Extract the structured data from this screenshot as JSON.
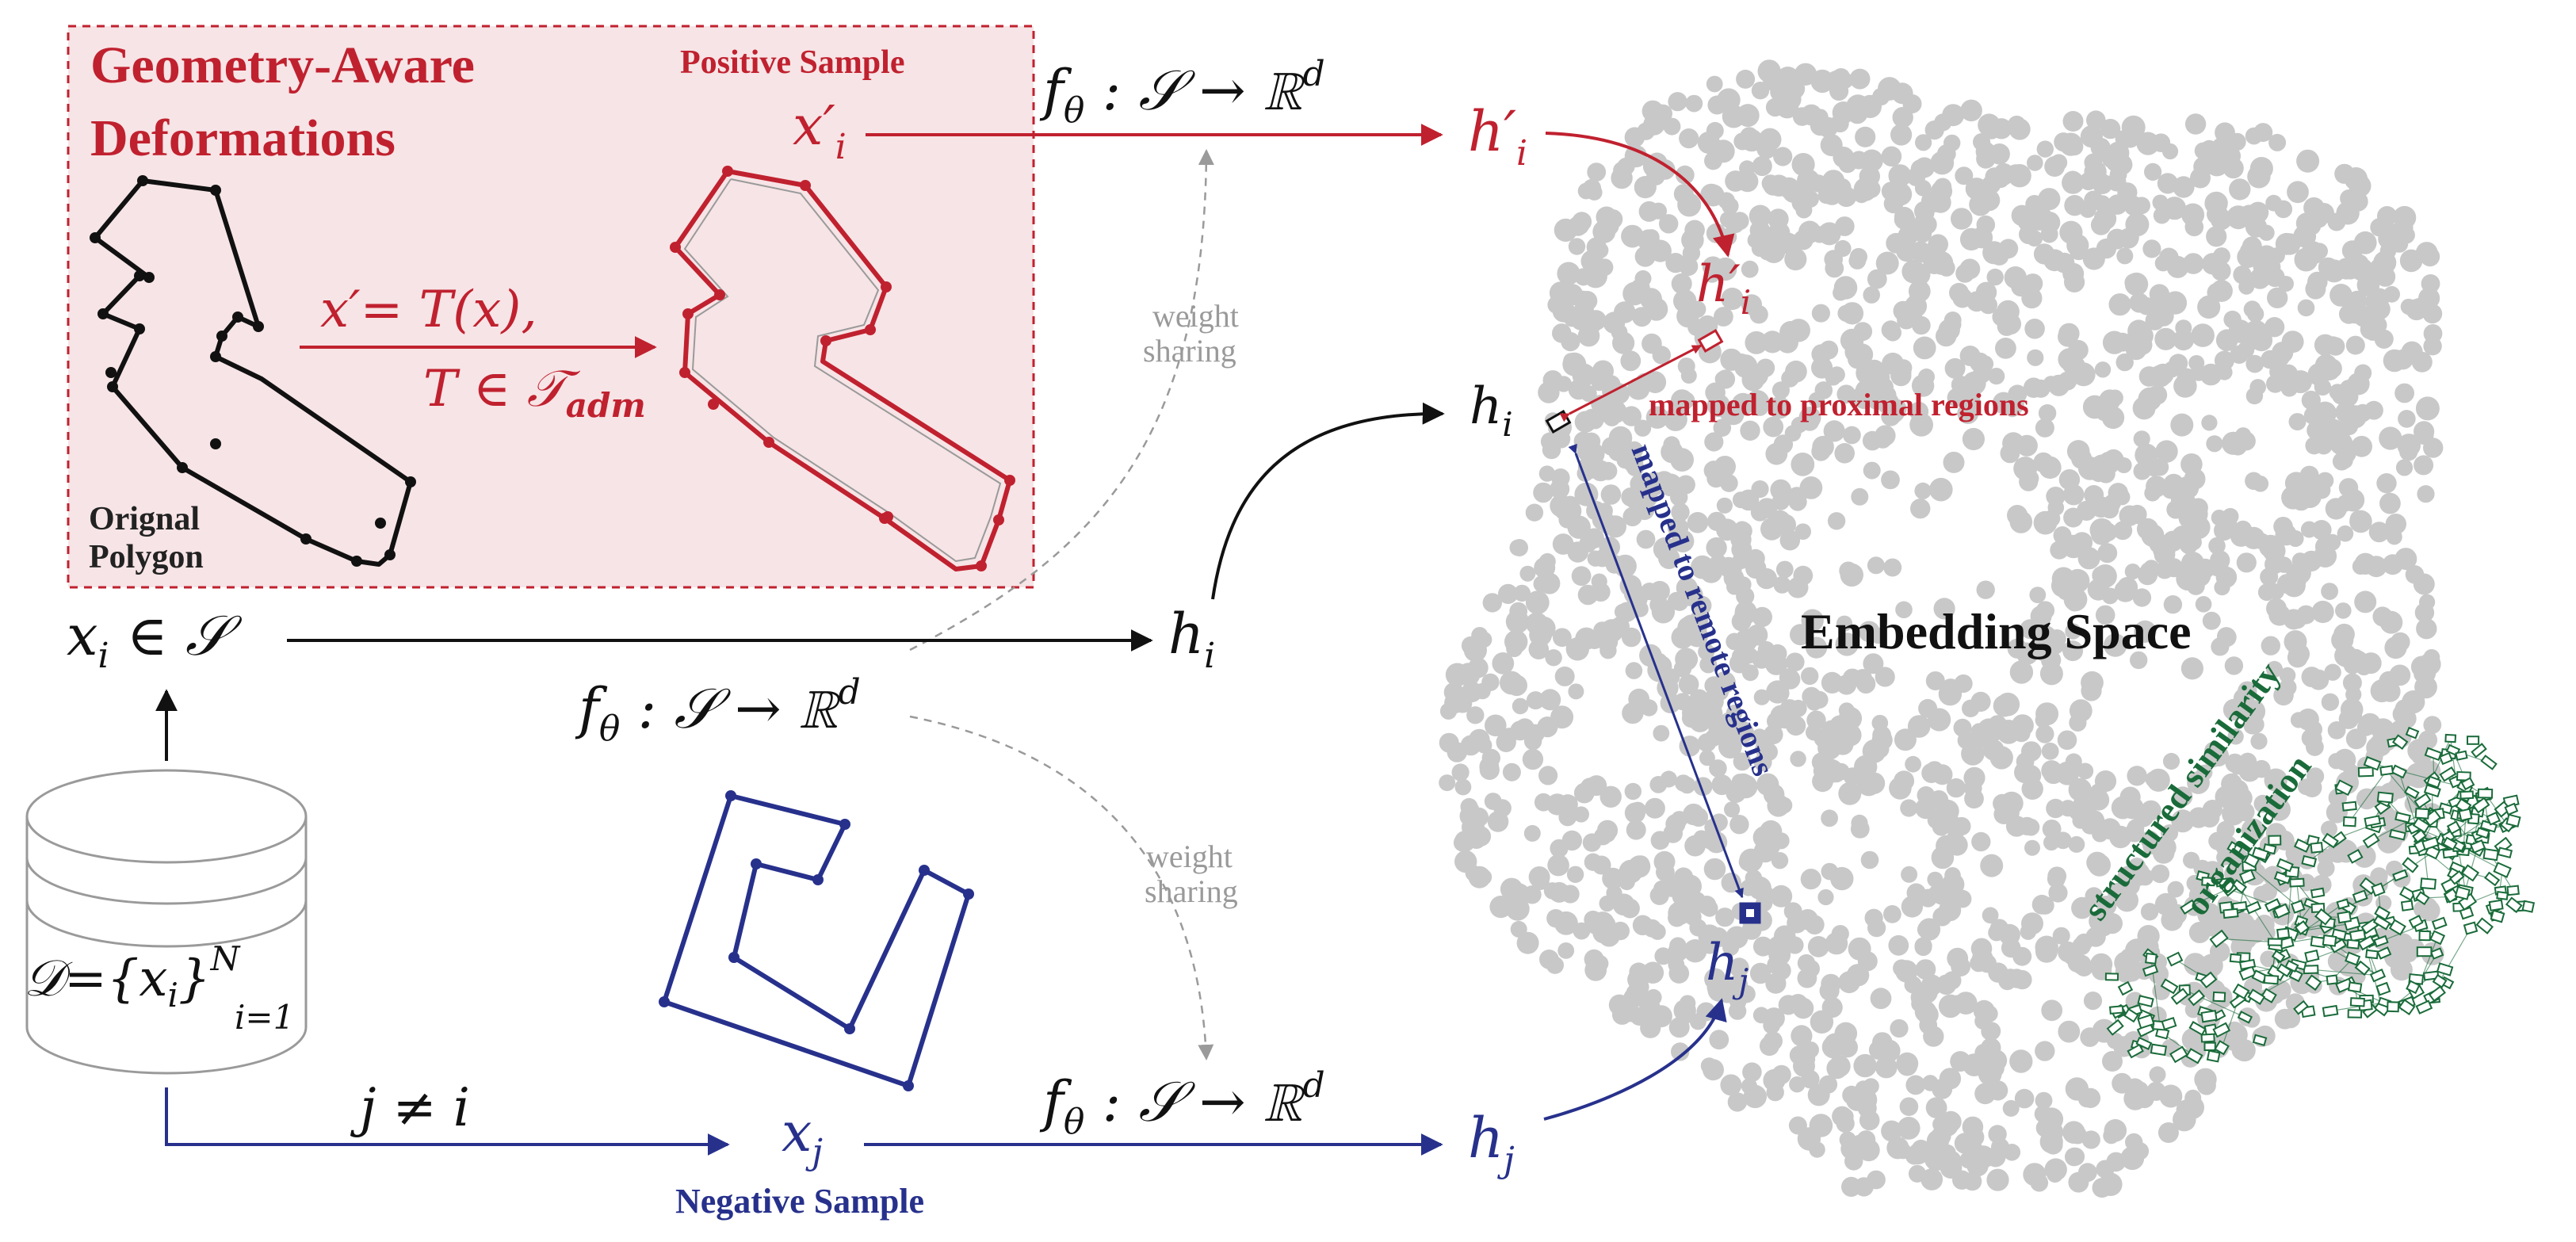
{
  "colors": {
    "red": "#c0212f",
    "blue": "#27318c",
    "green": "#1a6b3a",
    "black": "#111111",
    "grey_text": "#9a9a9a",
    "point": "#c8c8c8",
    "panel_fill": "#f7e4e6"
  },
  "deformation_panel": {
    "title_line1": "Geometry-Aware",
    "title_line2": "Deformations",
    "positive_label": "Positive Sample",
    "transform_line1": "x′= T(x),",
    "transform_line2": "T ∈ 𝒯",
    "transform_sub": "adm",
    "original_line1": "Orignal",
    "original_line2": "Polygon"
  },
  "positive": {
    "input": "x′",
    "input_sub": "i",
    "encoder": "f",
    "encoder_sub": "θ",
    "encoder_rest": " : 𝒮 → ℝ",
    "encoder_sup": "d",
    "output": "h′",
    "output_sub": "i"
  },
  "anchor": {
    "input": "x",
    "input_sub": "i",
    "input_rest": " ∈ 𝒮",
    "encoder": "f",
    "encoder_sub": "θ",
    "encoder_rest": " : 𝒮 → ℝ",
    "encoder_sup": "d",
    "output": "h",
    "output_sub": "i"
  },
  "negative": {
    "condition": "j ≠ i",
    "input": "x",
    "input_sub": "j",
    "label": "Negative Sample",
    "encoder": "f",
    "encoder_sub": "θ",
    "encoder_rest": " : 𝒮 → ℝ",
    "encoder_sup": "d",
    "output": "h",
    "output_sub": "j"
  },
  "weight_sharing": {
    "top_line1": "weight",
    "top_line2": "sharing",
    "bottom_line1": "weight",
    "bottom_line2": "sharing"
  },
  "dataset": {
    "label": "𝒟={x",
    "label_sub": "i",
    "label_close": "}",
    "sup": "N",
    "sub": "i=1"
  },
  "embedding": {
    "title": "Embedding Space",
    "h_prime": "h′",
    "h_prime_sub": "i",
    "h_anchor": "h",
    "h_anchor_sub": "i",
    "h_neg": "h",
    "h_neg_sub": "j",
    "proximal": "mapped to proximal regions",
    "remote": "mapped to remote regions",
    "structured_line1": "structured similarity",
    "structured_line2": "organization"
  }
}
